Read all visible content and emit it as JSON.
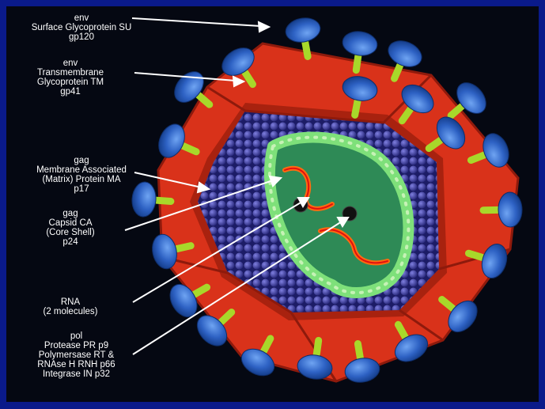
{
  "labels": {
    "env_su": [
      "env",
      "Surface Glycoprotein SU",
      "gp120"
    ],
    "env_tm": [
      "env",
      "Transmembrane",
      "Glycoprotein TM",
      "gp41"
    ],
    "gag_ma": [
      "gag",
      "Membrane Associated",
      "(Matrix) Protein MA",
      "p17"
    ],
    "gag_ca": [
      "gag",
      "Capsid CA",
      "(Core Shell)",
      "p24"
    ],
    "rna": [
      "RNA",
      "(2 molecules)"
    ],
    "pol": [
      "pol",
      "Protease PR p9",
      "Polymersase RT &",
      "RNAse H RNH p66",
      "Integrase IN p32"
    ]
  },
  "colors": {
    "border": "#0a1a8a",
    "panel": "#050812",
    "envelope": "#d9321a",
    "envelope_dark": "#8e1a0c",
    "matrix": "#3a3a9e",
    "capsid": "#6ccf6a",
    "core": "#2e8a56",
    "rna": "#ff6a10",
    "spike_head": "#2e62c4",
    "spike_stem": "#a8d82a",
    "label_text": "#ffffff"
  }
}
